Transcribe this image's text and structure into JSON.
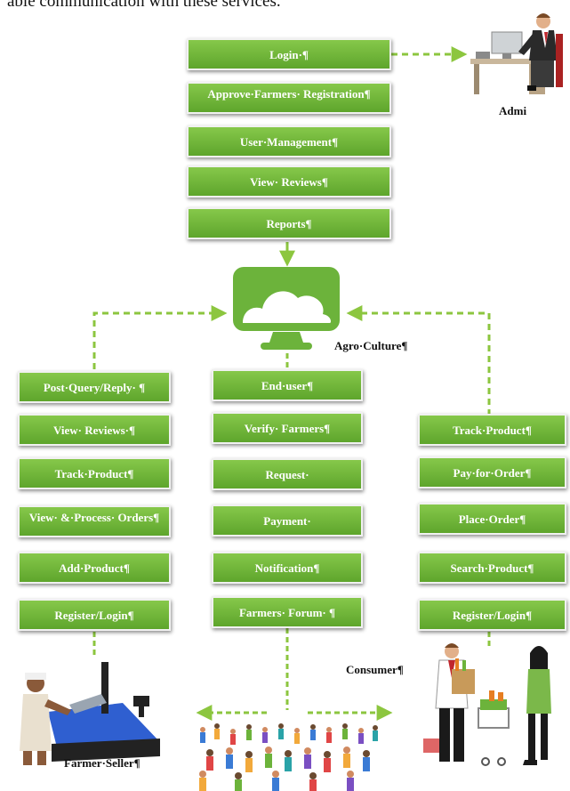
{
  "intro_text": "able communication with these services.",
  "admin": {
    "label": "Admi",
    "items": [
      "Login·¶",
      "Approve·Farmers· Registration¶",
      "User·Management¶",
      "View· Reviews¶",
      "Reports¶"
    ]
  },
  "center": {
    "label": "Agro·Culture¶",
    "items": [
      "End·user¶",
      "Verify· Farmers¶",
      "Request·",
      "Payment·",
      "Notification¶",
      "Farmers· Forum· ¶"
    ]
  },
  "farmer": {
    "label": "Farmer·Seller¶",
    "items": [
      "Post·Query/Reply· ¶",
      "View· Reviews·¶",
      "Track·Product¶",
      "View· &·Process· Orders¶",
      "Add·Product¶",
      "Register/Login¶"
    ]
  },
  "consumer": {
    "label": "Consumer¶",
    "items": [
      "Track·Product¶",
      "Pay·for·Order¶",
      "Place·Order¶",
      "Search·Product¶",
      "Register/Login¶"
    ]
  },
  "colors": {
    "box": "#6cb33b",
    "arrow": "#8cc63f"
  }
}
